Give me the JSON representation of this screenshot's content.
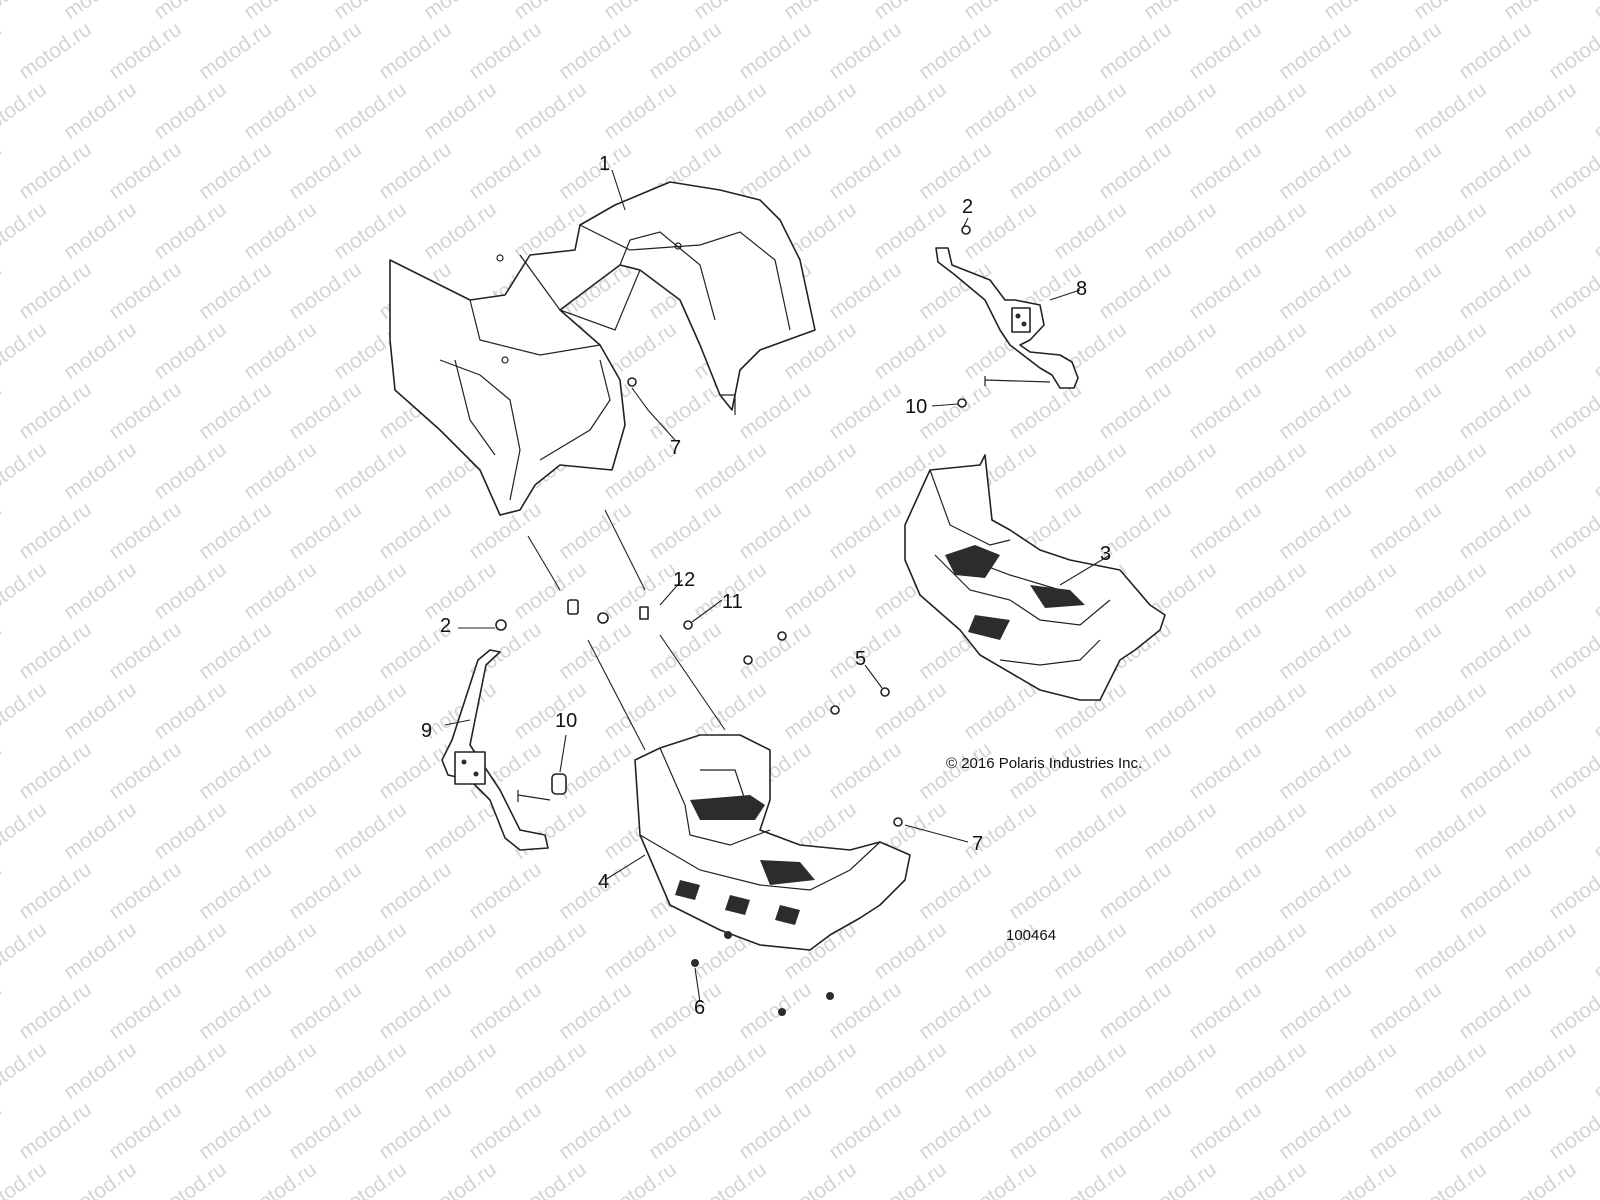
{
  "watermark": {
    "text": "motod.ru"
  },
  "callouts": {
    "c1": "1",
    "c2a": "2",
    "c2b": "2",
    "c3": "3",
    "c4": "4",
    "c5": "5",
    "c6": "6",
    "c7a": "7",
    "c7b": "7",
    "c8": "8",
    "c9": "9",
    "c10a": "10",
    "c10b": "10",
    "c11": "11",
    "c12": "12"
  },
  "copyright": "© 2016 Polaris Industries Inc.",
  "figure_id": "100464"
}
